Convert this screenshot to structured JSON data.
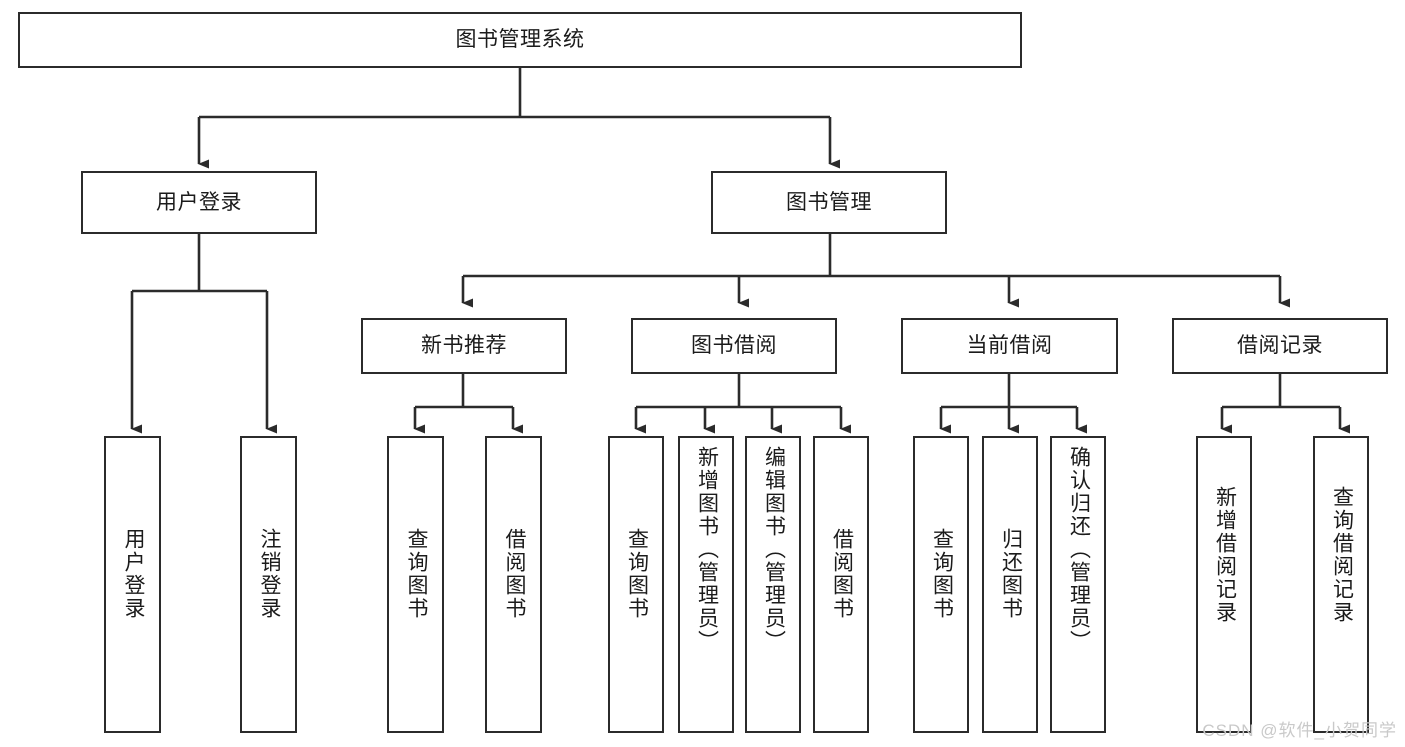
{
  "diagram": {
    "title": "图书管理系统",
    "type": "tree",
    "colors": {
      "background": "#ffffff",
      "box_border": "#2b2b2b",
      "box_fill": "#ffffff",
      "text": "#1b1b1b",
      "connector": "#2b2b2b",
      "watermark": "#c9c9c9"
    }
  },
  "watermark": {
    "text": "CSDN @软件_小贺同学"
  },
  "nodes": {
    "root": {
      "label": "图书管理系统"
    },
    "level2": [
      {
        "id": "user-login",
        "label": "用户登录"
      },
      {
        "id": "book-management",
        "label": "图书管理"
      }
    ],
    "level3": [
      {
        "id": "new-book-recommend",
        "label": "新书推荐"
      },
      {
        "id": "book-borrow",
        "label": "图书借阅"
      },
      {
        "id": "current-borrow",
        "label": "当前借阅"
      },
      {
        "id": "borrow-record",
        "label": "借阅记录"
      }
    ],
    "leaves": {
      "user_login": [
        {
          "id": "leaf-user-login",
          "label": "用户登录"
        },
        {
          "id": "leaf-logout-login",
          "label": "注销登录"
        }
      ],
      "new_book_recommend": [
        {
          "id": "leaf-query-book-1",
          "label": "查询图书"
        },
        {
          "id": "leaf-borrow-book-1",
          "label": "借阅图书"
        }
      ],
      "book_borrow": [
        {
          "id": "leaf-query-book-2",
          "label": "查询图书"
        },
        {
          "id": "leaf-add-book",
          "label": "新增图书（管理员）"
        },
        {
          "id": "leaf-edit-book",
          "label": "编辑图书（管理员）"
        },
        {
          "id": "leaf-borrow-book-2",
          "label": "借阅图书"
        }
      ],
      "current_borrow": [
        {
          "id": "leaf-query-book-3",
          "label": "查询图书"
        },
        {
          "id": "leaf-return-book",
          "label": "归还图书"
        },
        {
          "id": "leaf-confirm-return",
          "label": "确认归还（管理员）"
        }
      ],
      "borrow_record": [
        {
          "id": "leaf-add-record",
          "label": "新增借阅记录"
        },
        {
          "id": "leaf-query-record",
          "label": "查询借阅记录"
        }
      ]
    }
  }
}
